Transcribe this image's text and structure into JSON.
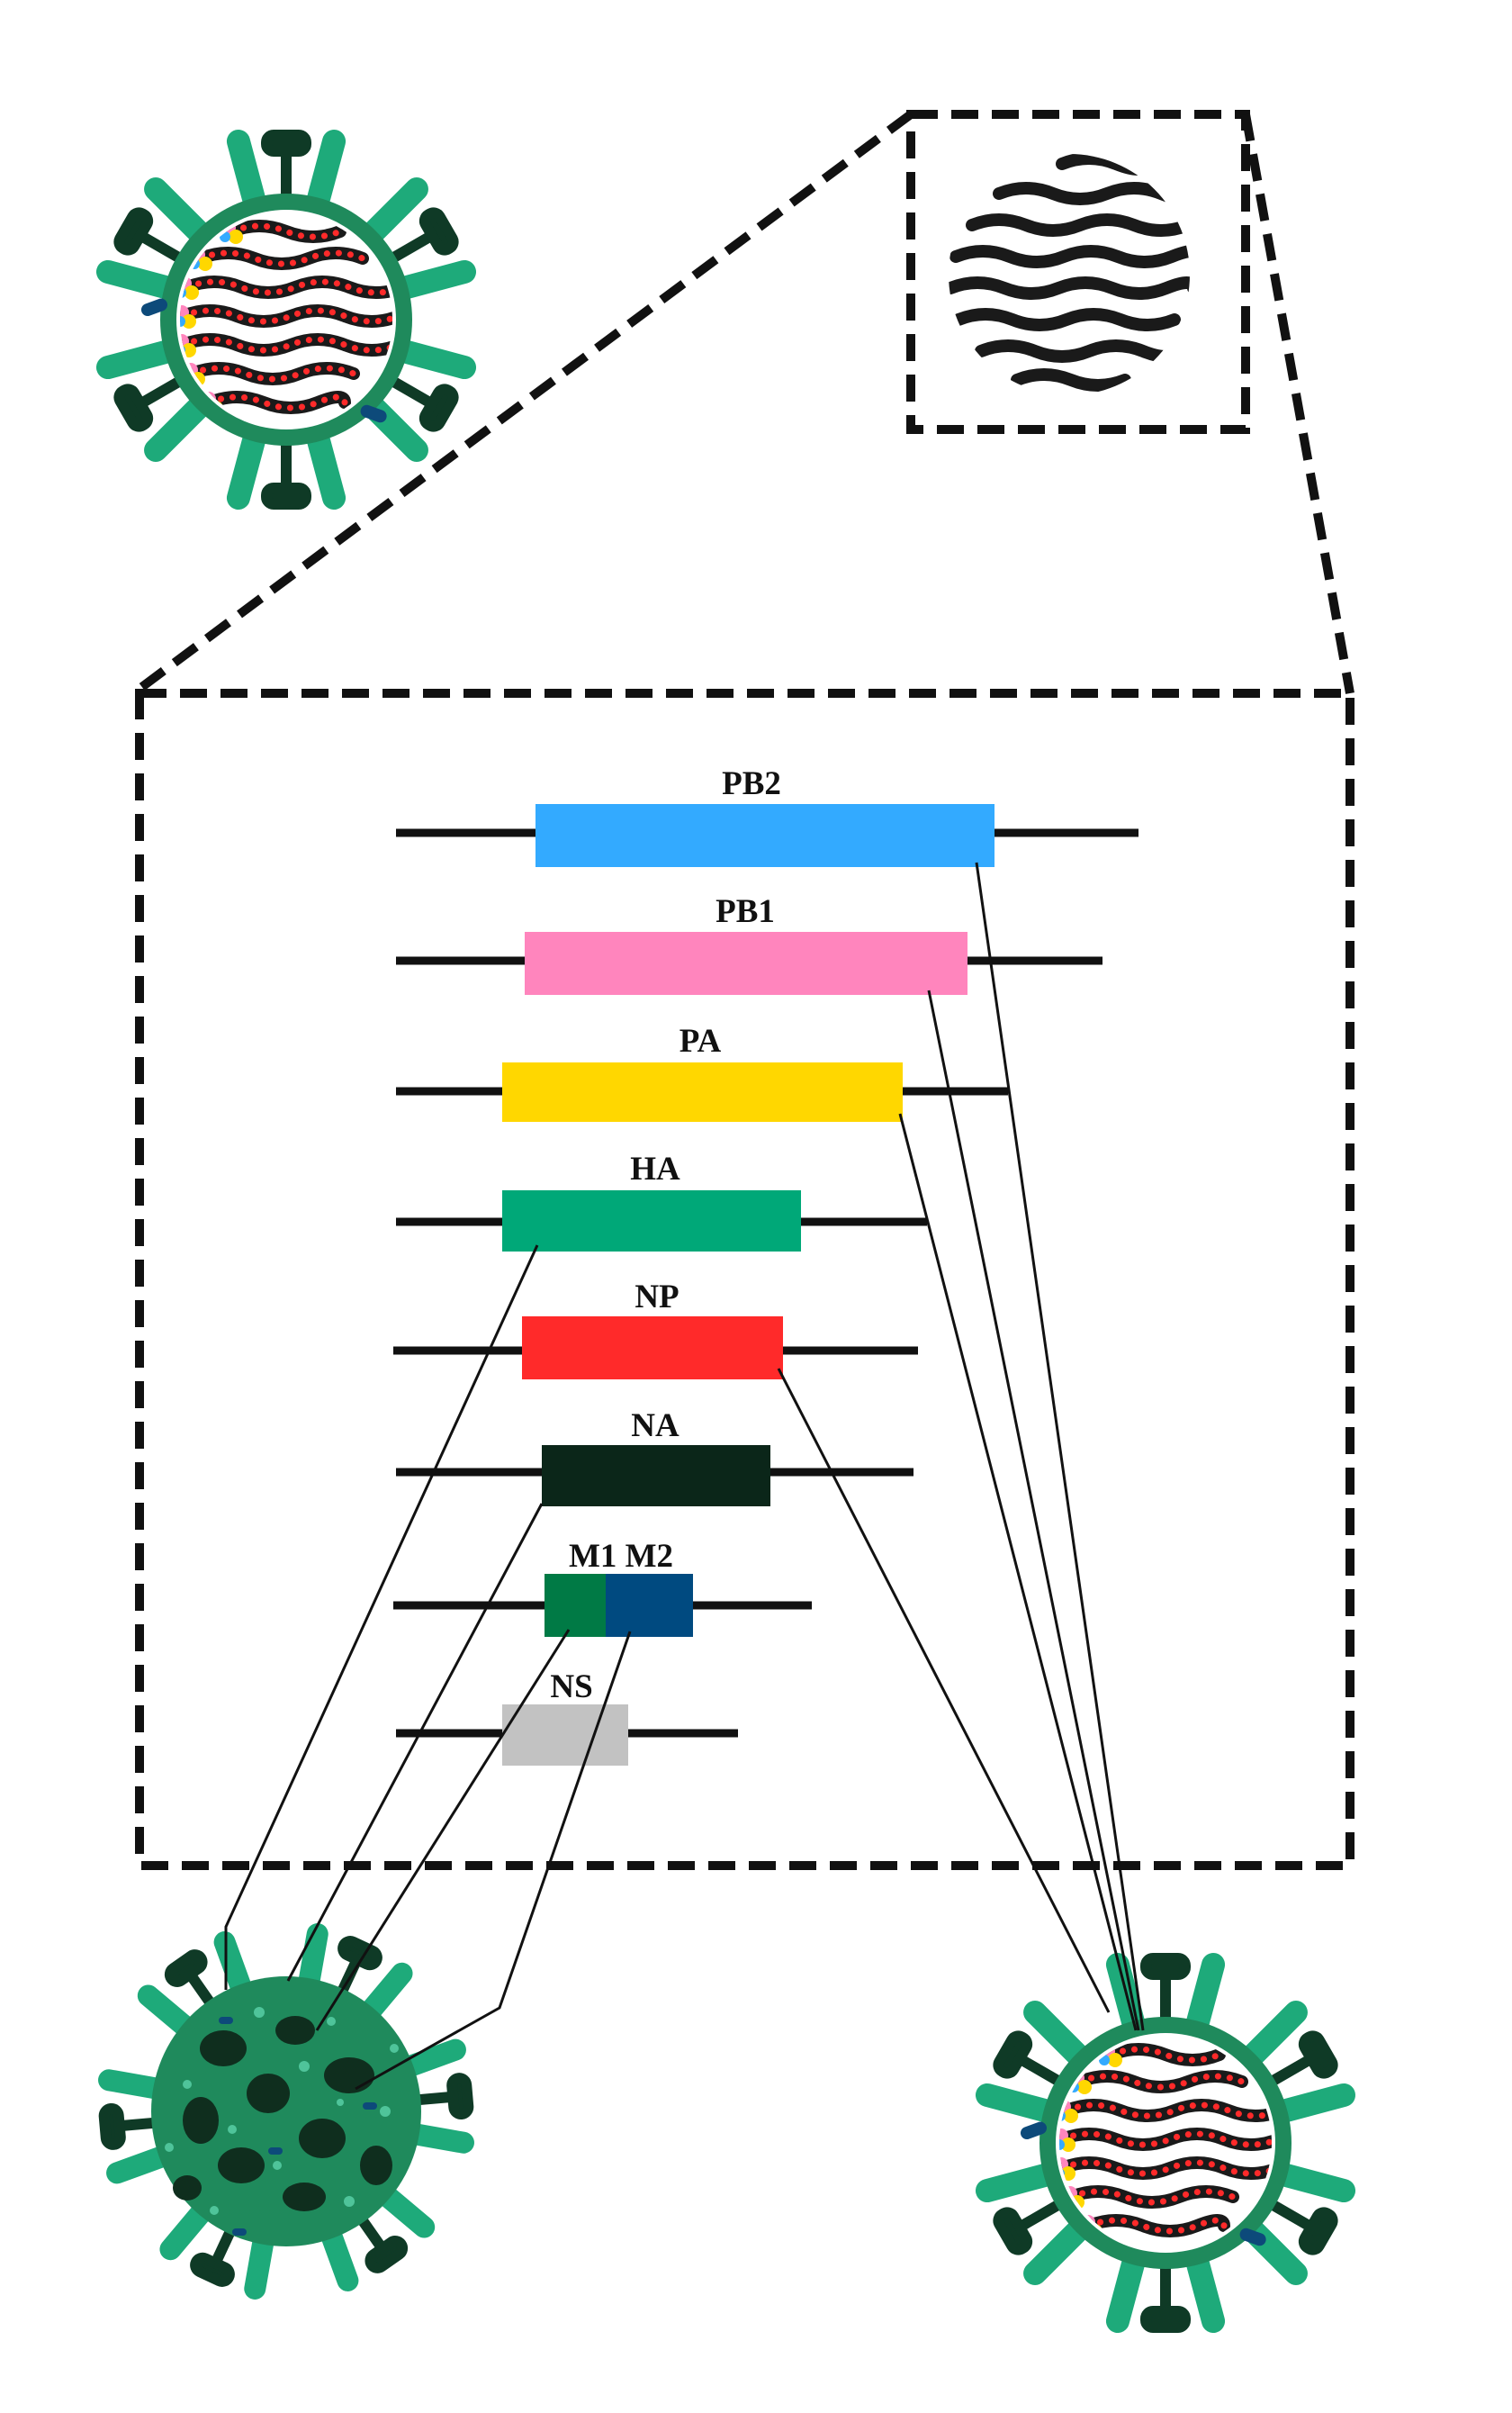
{
  "segments": [
    {
      "id": "pb2",
      "label": "PB2",
      "color": "#33aaff"
    },
    {
      "id": "pb1",
      "label": "PB1",
      "color": "#ff85bd"
    },
    {
      "id": "pa",
      "label": "PA",
      "color": "#ffd700"
    },
    {
      "id": "ha",
      "label": "HA",
      "color": "#00a878"
    },
    {
      "id": "np",
      "label": "NP",
      "color": "#ff2a2a"
    },
    {
      "id": "na",
      "label": "NA",
      "color": "#0b2619"
    },
    {
      "id": "m",
      "label": "M1 M2",
      "color": "#007a45",
      "color2": "#004a80"
    },
    {
      "id": "ns",
      "label": "NS",
      "color": "#c2c2c2"
    }
  ],
  "colors": {
    "outline": "#000000",
    "spike_light": "#1eaa7a",
    "spike_dark": "#0f3a26",
    "envelope": "#1f8a5c",
    "rnp_bead": "#ff2a2a"
  },
  "icons": {
    "virion_top_left": "influenza-virion-icon",
    "zoom_inset": "rnp-segments-icon",
    "virion_bottom_left": "influenza-virion-surface-icon",
    "virion_bottom_right": "influenza-virion-icon"
  }
}
